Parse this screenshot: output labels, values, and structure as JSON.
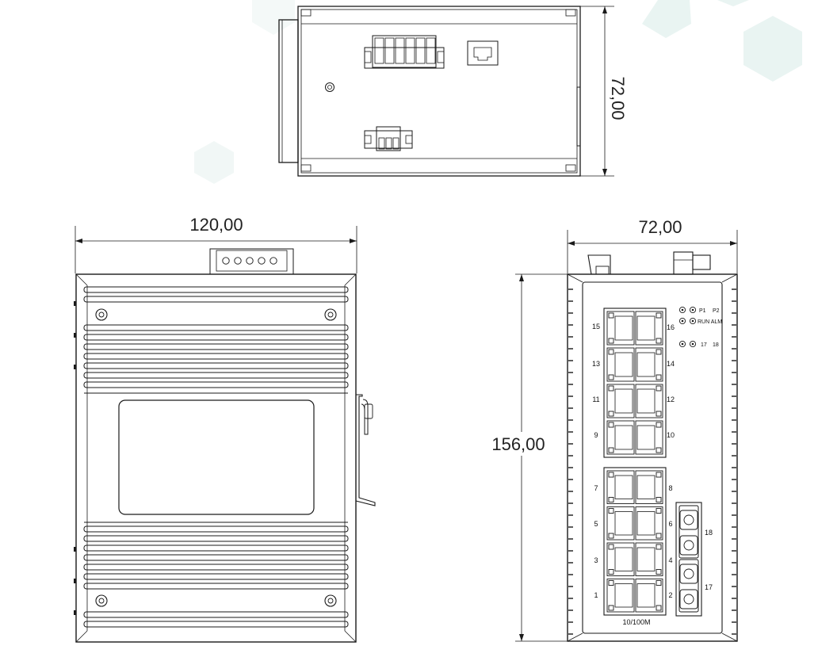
{
  "dimensions": {
    "top_height": "72,00",
    "front_width": "120,00",
    "side_width": "72,00",
    "side_height": "156,00"
  },
  "indicators": {
    "p1": "P1",
    "p2": "P2",
    "run_alm": "RUN ALM",
    "led17": "17",
    "led18": "18"
  },
  "rj45_left_labels": [
    "15",
    "13",
    "11",
    "9",
    "7",
    "5",
    "3",
    "1"
  ],
  "rj45_right_labels": [
    "16",
    "14",
    "12",
    "10",
    "8",
    "6",
    "4",
    "2"
  ],
  "fiber_labels": [
    "18",
    "17"
  ],
  "speed_label": "10/100M",
  "colors": {
    "line": "#1a1a1a",
    "decor": "#e8f3f1"
  }
}
